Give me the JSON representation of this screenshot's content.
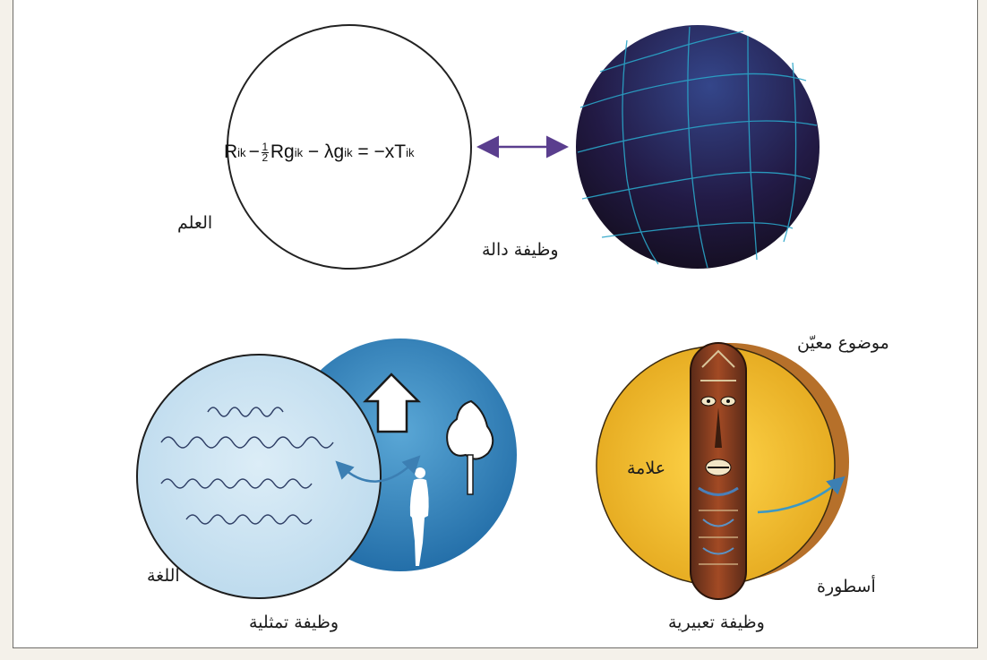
{
  "diagram": {
    "science": {
      "label": "العلم",
      "equation": {
        "t1": "R",
        "s1": "ik",
        "minus1": "−",
        "num": "1",
        "den": "2",
        "t2": "Rg",
        "s2": "ik",
        "minus2": " − λg",
        "s3": "ik",
        "eq": " = −xT",
        "s4": "ik"
      },
      "function_label": "وظيفة دالة"
    },
    "language": {
      "label": "اللغة",
      "function_label": "وظيفة تمثلية"
    },
    "myth": {
      "label": "أسطورة",
      "sign_label": "علامة",
      "object_label": "موضوع معيّن",
      "function_label": "وظيفة تعبيرية"
    },
    "colors": {
      "globe_top": "#2c3c78",
      "globe_bottom": "#171021",
      "grid": "#2aa5c8",
      "arrow": "#5a3e8e",
      "language_front": "#cfe6f3",
      "language_back": "#2f86bf",
      "myth_front": "#f2c12e",
      "myth_back": "#b6702a",
      "mask": "#8a3a1e"
    }
  }
}
